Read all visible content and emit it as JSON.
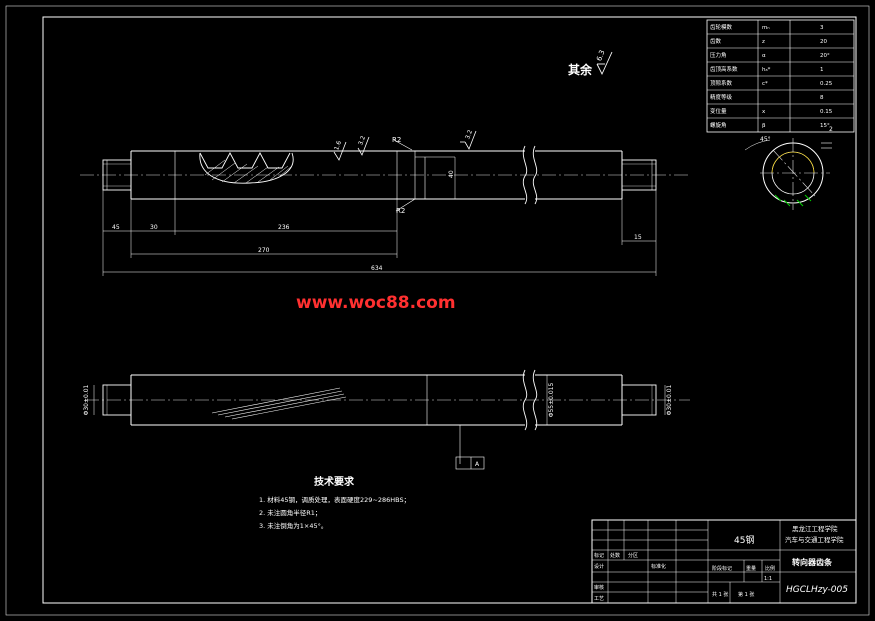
{
  "watermark": "www.woc88.com",
  "surface_note": {
    "text": "其余",
    "roughness": "6.3"
  },
  "params_table": {
    "rows": [
      {
        "name": "齿轮模数",
        "symbol": "mₙ",
        "value": "3"
      },
      {
        "name": "齿数",
        "symbol": "z",
        "value": "20"
      },
      {
        "name": "压力角",
        "symbol": "α",
        "value": "20°"
      },
      {
        "name": "齿顶高系数",
        "symbol": "hₐ*",
        "value": "1"
      },
      {
        "name": "顶隙系数",
        "symbol": "c*",
        "value": "0.25"
      },
      {
        "name": "精度等级",
        "symbol": "",
        "value": "8"
      },
      {
        "name": "变位量",
        "symbol": "x",
        "value": "0.15"
      },
      {
        "name": "螺旋角",
        "symbol": "β",
        "value": "15°"
      }
    ]
  },
  "front_view": {
    "roughness_labels": [
      "1.6",
      "3.2",
      "3.2"
    ],
    "radius_labels": [
      "R2",
      "R2"
    ],
    "dimensions": {
      "d45": "45",
      "d30": "30",
      "d236": "236",
      "d270": "270",
      "d15": "15",
      "total": "634",
      "dia_mid": "40"
    }
  },
  "section_view": {
    "angle": "45°",
    "label": "2"
  },
  "lower_view": {
    "left_dia": "Φ30±0.01",
    "mid_dia": "Φ55±0.015",
    "right_dia": "Φ30±0.01",
    "datum": "A"
  },
  "tech_requirements": {
    "title": "技术要求",
    "items": [
      "1. 材料45钢，调质处理，表面硬度229~286HBS；",
      "2. 未注圆角半径R1；",
      "3. 未注倒角为1×45°。"
    ]
  },
  "title_block": {
    "material": "45钢",
    "school_line1": "黑龙江工程学院",
    "school_line2": "汽车与交通工程学院",
    "part_name": "转向器齿条",
    "drawing_no": "HGCLHzy-005",
    "labels": {
      "mark": "标记",
      "count": "处数",
      "zone": "分区",
      "design": "设计",
      "standard": "标准化",
      "stage_mark": "阶段标记",
      "weight": "重量",
      "scale": "比例",
      "review": "审核",
      "process": "工艺",
      "scale_val": "1:1",
      "sheets_total": "共 1 张",
      "sheet_no": "第 1 张"
    }
  }
}
